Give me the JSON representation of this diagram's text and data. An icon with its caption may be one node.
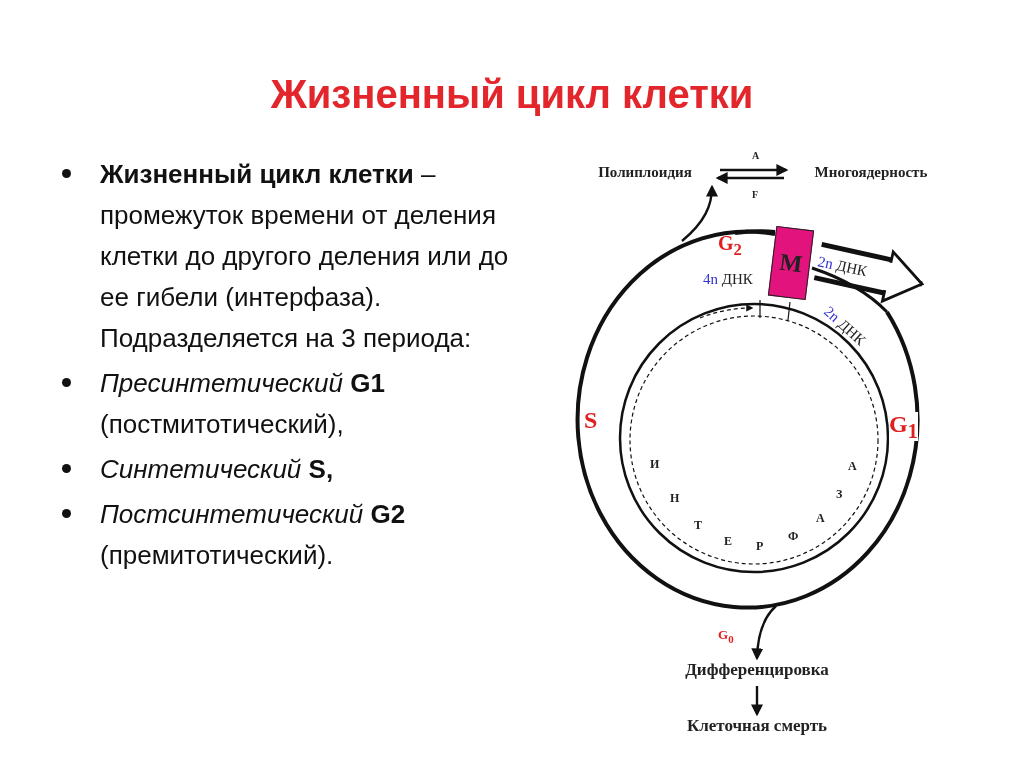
{
  "diagram": {
    "title": "Жизненный цикл клетки",
    "nodes": [
      {
        "text": [
          "Полиплоидия"
        ]
      },
      {
        "text": [
          "Многоядерность"
        ]
      },
      {
        "text": [
          "M"
        ]
      },
      {
        "text": [
          "Дифференцировка"
        ]
      },
      {
        "text": [
          "Клеточная смерть"
        ]
      }
    ],
    "edges": [
      {
        "from": 0,
        "to": 1,
        "arrow": "to",
        "label": "A"
      },
      {
        "from": 1,
        "to": 0,
        "arrow": "to",
        "label": "F"
      },
      {
        "from": null,
        "to": 0,
        "arrow": "to"
      },
      {
        "from": null,
        "to": 3,
        "arrow": "to",
        "label": "G$_{0}$"
      },
      {
        "from": 3,
        "to": 4,
        "arrow": "to"
      },
      {
        "from": 2,
        "to": null,
        "arrow": "to",
        "style": "thick"
      }
    ],
    "labels": [
      "**Жизненный цикл клетки** – промежуток времени от деления клетки до другого деления или до ее гибели (интерфаза). Подразделяется на 3 периода:",
      "*Пресинтетический* **G1** (постмитотический),",
      "*Синтетический* **S,**",
      "*Постсинтетический* **G2** (премитотический).",
      "G$_{2}$",
      "4n ДНК",
      "2n ДНК",
      "2n ДНК",
      "S",
      "G$_{1}$",
      "И",
      "Н",
      "Т",
      "Е",
      "Р",
      "Ф",
      "А",
      "З",
      "А"
    ]
  }
}
